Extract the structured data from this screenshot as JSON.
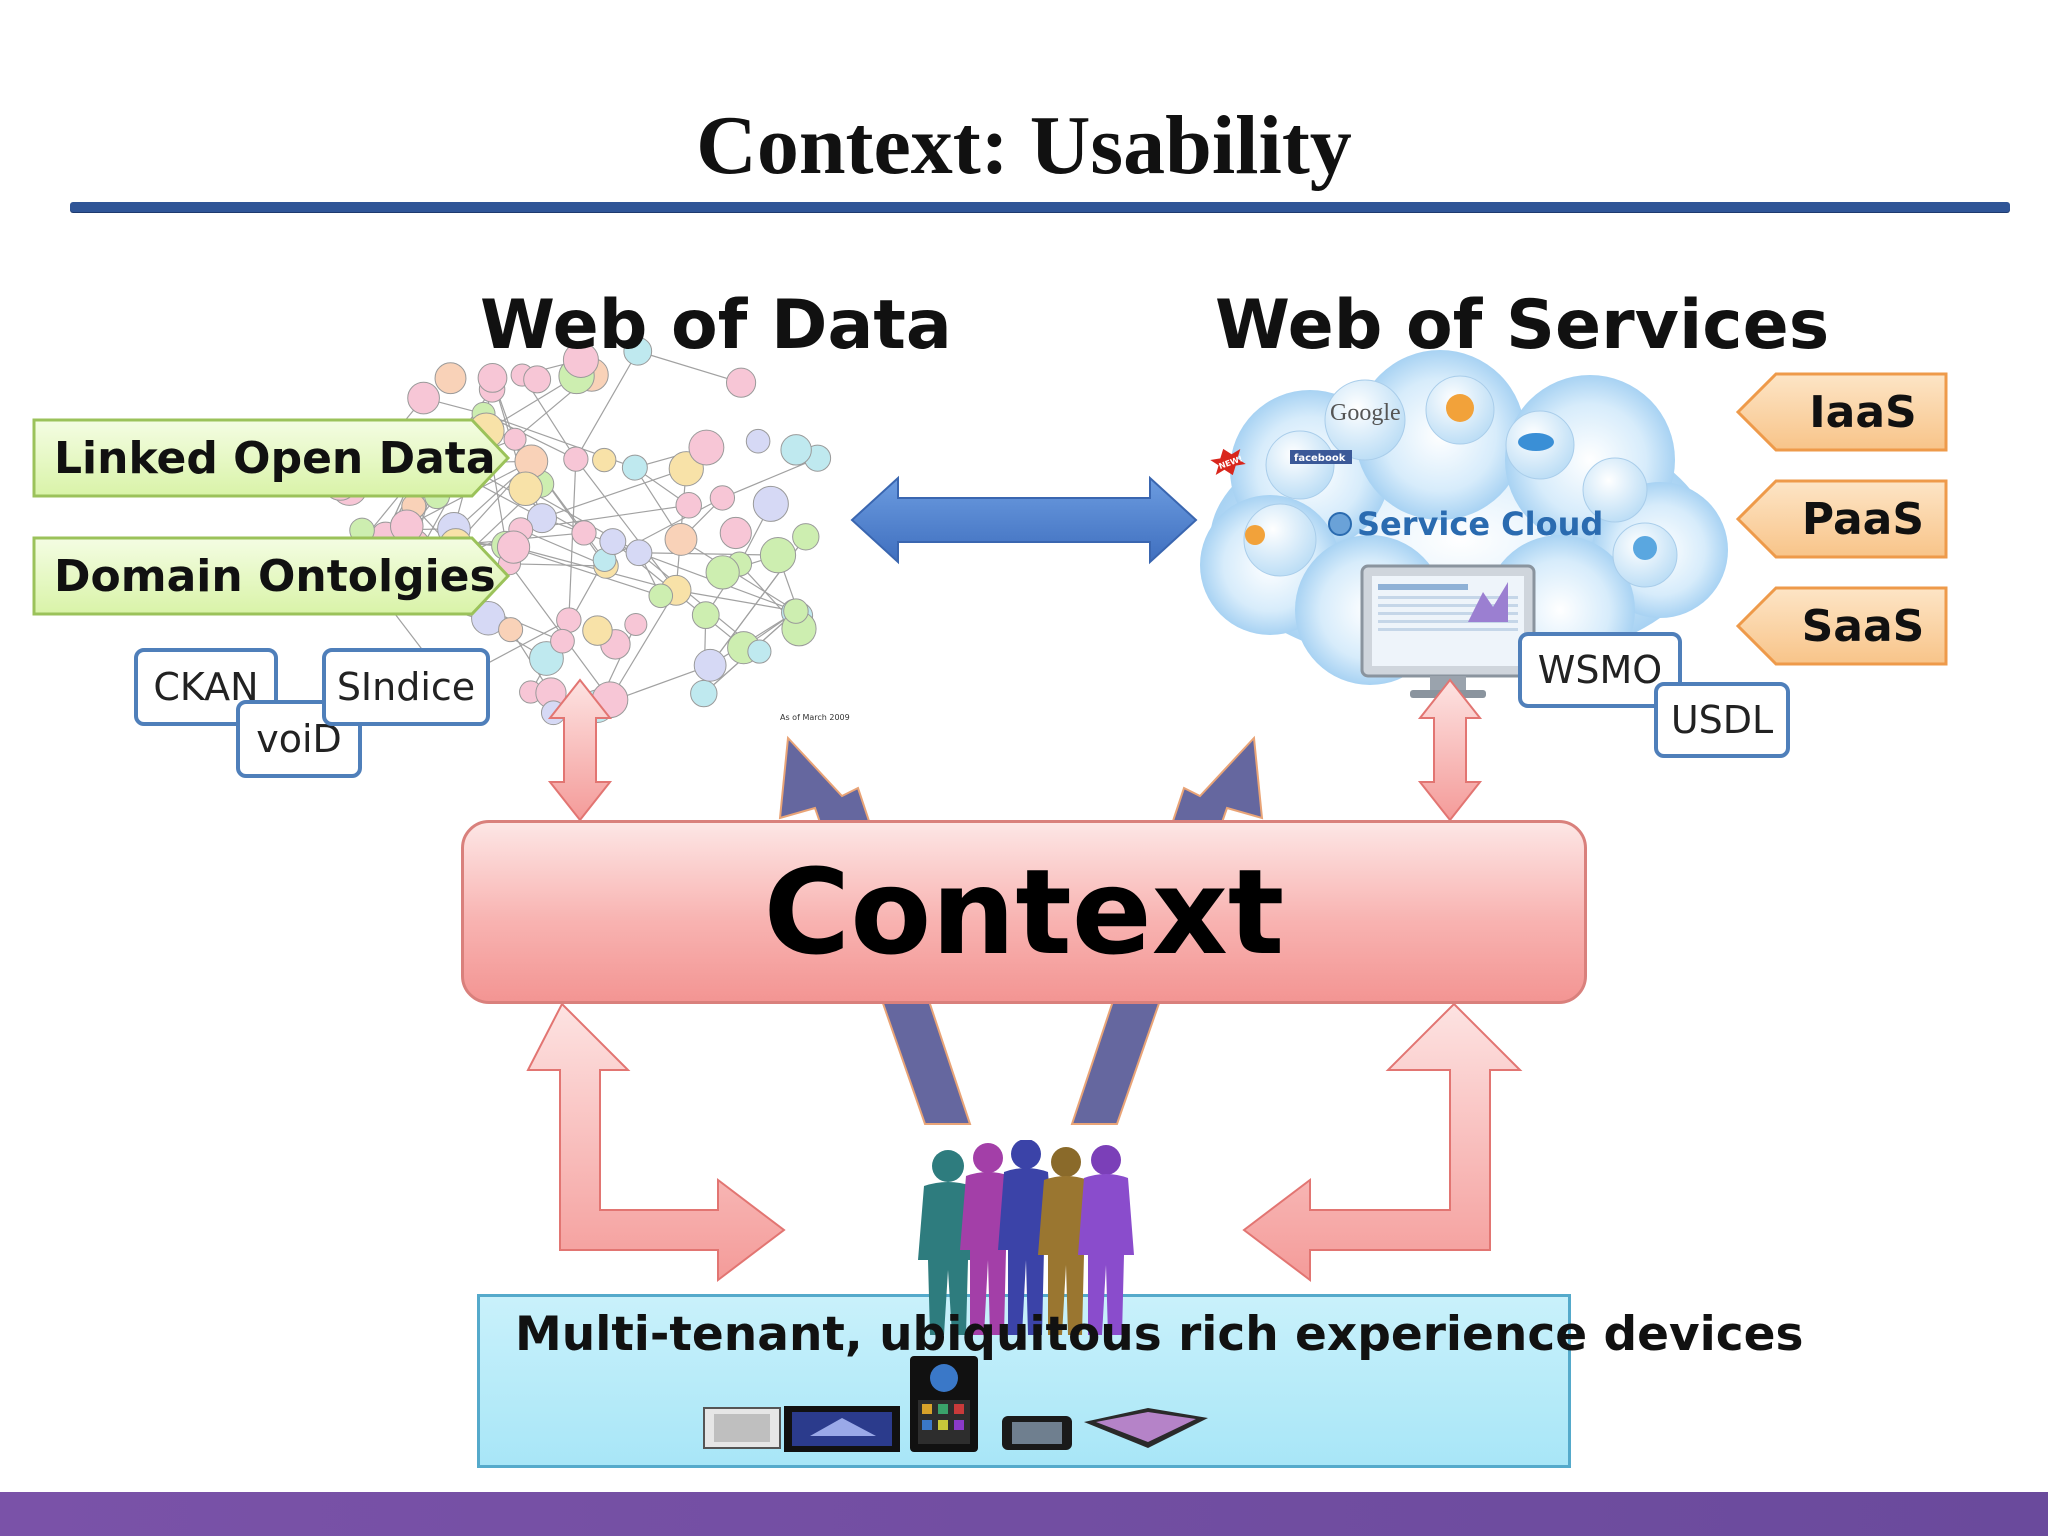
{
  "slide": {
    "title": "Context: Usability",
    "colors": {
      "title_rule": "#2f5597",
      "bottom_bar": "#6f4c9f",
      "context_fill": "#f6a9a7",
      "context_border": "#d9807c",
      "devices_fill": "#b8ebf8",
      "tag_border": "#4f7fba",
      "callout_fill": "#e4f7c4",
      "service_fill": "#fbd2a3",
      "blue_arrow": "#4f7fc8",
      "purple_arrow": "#5d5f9a",
      "pink_arrow": "#f7b3b1"
    }
  },
  "web_of_data": {
    "title": "Web of Data",
    "callouts": [
      "Linked Open Data",
      "Domain Ontolgies"
    ],
    "tags": {
      "ckan": "CKAN",
      "sindice": "SIndice",
      "void": "voiD"
    },
    "graph_caption": "As of March 2009"
  },
  "web_of_services": {
    "title": "Web of Services",
    "cloud_label": "Service Cloud",
    "cloud_items": [
      "Google",
      "facebook",
      "NEW!"
    ],
    "service_levels": [
      "IaaS",
      "PaaS",
      "SaaS"
    ],
    "tags": {
      "wsmo": "WSMO",
      "usdl": "USDL"
    }
  },
  "context": {
    "label": "Context"
  },
  "devices": {
    "label": "Multi-tenant, ubiquitous rich experience devices"
  }
}
